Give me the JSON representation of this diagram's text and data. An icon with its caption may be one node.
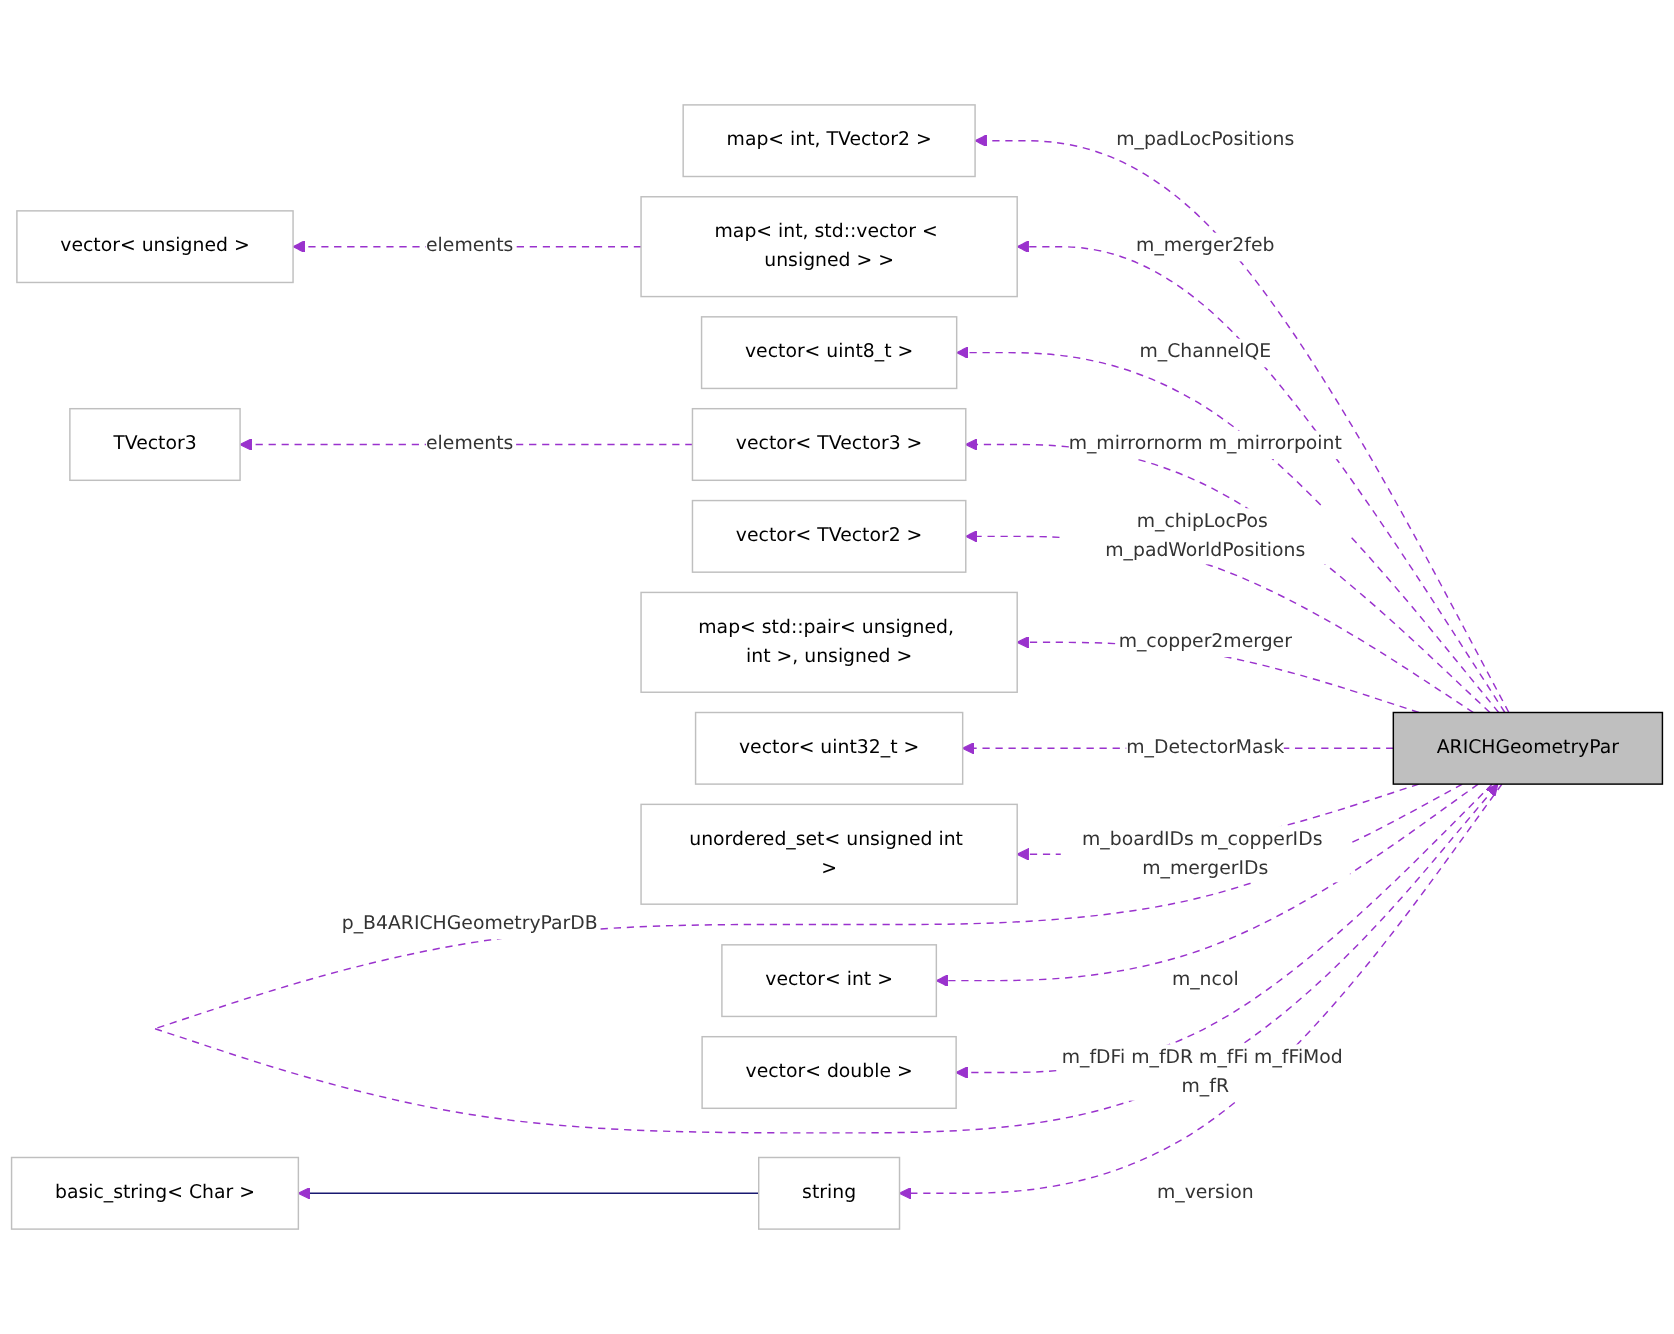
{
  "diagram": {
    "nodes": [
      {
        "text": [
          "map< int, TVector2 >"
        ]
      },
      {
        "text": [
          "vector< unsigned >"
        ]
      },
      {
        "text": [
          "map< int, std::vector < unsigned > >"
        ]
      },
      {
        "text": [
          "vector< uint8_t >"
        ]
      },
      {
        "text": [
          "TVector3"
        ]
      },
      {
        "text": [
          "vector< TVector3 >"
        ]
      },
      {
        "text": [
          "vector< TVector2 >"
        ]
      },
      {
        "text": [
          "map< std::pair< unsigned, int >, unsigned >"
        ]
      },
      {
        "text": [
          "vector< uint32_t >"
        ]
      },
      {
        "text": [
          "unordered_set< unsigned int >"
        ]
      },
      {
        "text": [
          "basic_string< Char >"
        ]
      },
      {
        "text": [
          "string"
        ]
      },
      {
        "text": [
          "vector< int >"
        ]
      },
      {
        "text": [
          "vector< double >"
        ]
      },
      {
        "text": [
          "ARICHGeometryPar"
        ]
      }
    ],
    "edges": [
      {
        "from": 14,
        "to": 0,
        "arrow": "to",
        "label": "m_padLocPositions",
        "style": "dashed"
      },
      {
        "from": 2,
        "to": 1,
        "arrow": "to",
        "label": "elements",
        "style": "dashed"
      },
      {
        "from": 14,
        "to": 2,
        "arrow": "to",
        "label": "m_merger2feb",
        "style": "dashed"
      },
      {
        "from": 14,
        "to": 3,
        "arrow": "to",
        "label": "m_ChannelQE",
        "style": "dashed"
      },
      {
        "from": 5,
        "to": 4,
        "arrow": "to",
        "label": "elements",
        "style": "dashed"
      },
      {
        "from": 14,
        "to": 5,
        "arrow": "to",
        "label": "m_mirrornorm m_mirrorpoint",
        "style": "dashed"
      },
      {
        "from": 14,
        "to": 6,
        "arrow": "to",
        "label": "m_chipLocPos m_padWorldPositions",
        "style": "dashed"
      },
      {
        "from": 14,
        "to": 14,
        "arrow": "to",
        "label": "p_B4ARICHGeometryParDB",
        "style": "dashed"
      },
      {
        "from": 14,
        "to": 7,
        "arrow": "to",
        "label": "m_copper2merger",
        "style": "dashed"
      },
      {
        "from": 14,
        "to": 8,
        "arrow": "to",
        "label": "m_DetectorMask",
        "style": "dashed"
      },
      {
        "from": 14,
        "to": 9,
        "arrow": "to",
        "label": "m_boardIDs m_copperIDs m_mergerIDs",
        "style": "dashed"
      },
      {
        "from": 11,
        "to": 10,
        "arrow": "to",
        "color": "#191970"
      },
      {
        "from": 14,
        "to": 11,
        "arrow": "to",
        "label": "m_version",
        "style": "dashed"
      },
      {
        "from": 14,
        "to": 12,
        "arrow": "to",
        "label": "m_ncol",
        "style": "dashed"
      },
      {
        "from": 14,
        "to": 13,
        "arrow": "to",
        "label": "m_fDFi m_fDR m_fFi m_fFiMod m_fR",
        "style": "dashed"
      }
    ]
  }
}
